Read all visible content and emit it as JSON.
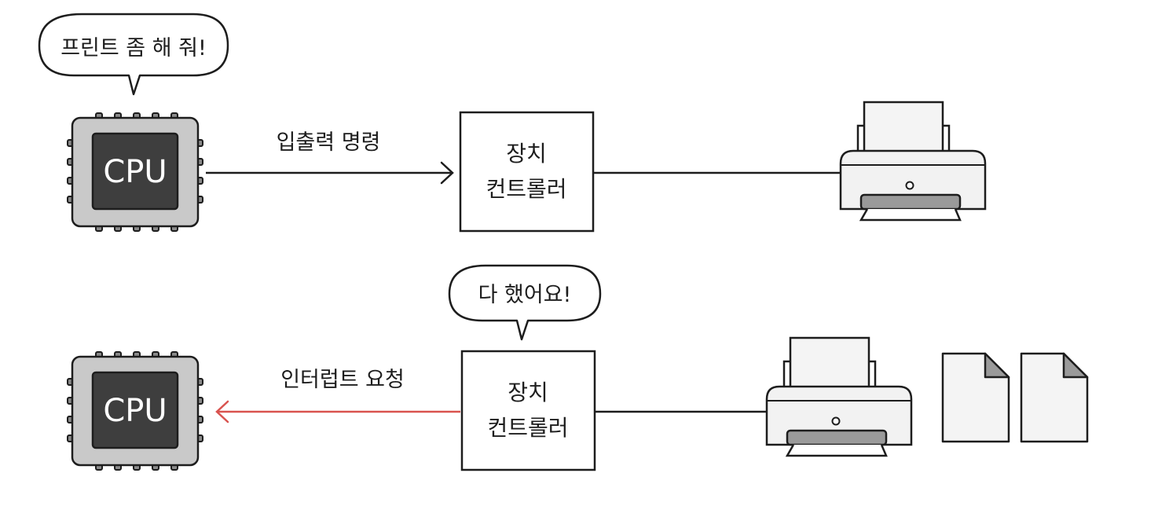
{
  "top": {
    "bubble": "프린트 좀 해 줘!",
    "cpu_label": "CPU",
    "arrow_label": "입출력 명령",
    "controller_line1": "장치",
    "controller_line2": "컨트롤러"
  },
  "bottom": {
    "bubble": "다 했어요!",
    "cpu_label": "CPU",
    "arrow_label": "인터럽트 요청",
    "controller_line1": "장치",
    "controller_line2": "컨트롤러"
  },
  "colors": {
    "ink": "#1d1d1d",
    "chip_body": "#c9c9c9",
    "chip_core": "#3e3e3e",
    "interrupt_arrow": "#d9534f",
    "printer_body": "#f2f2f2",
    "printer_tray": "#9a9a9a"
  },
  "icons": [
    "cpu-chip-icon",
    "printer-icon",
    "document-icon"
  ]
}
